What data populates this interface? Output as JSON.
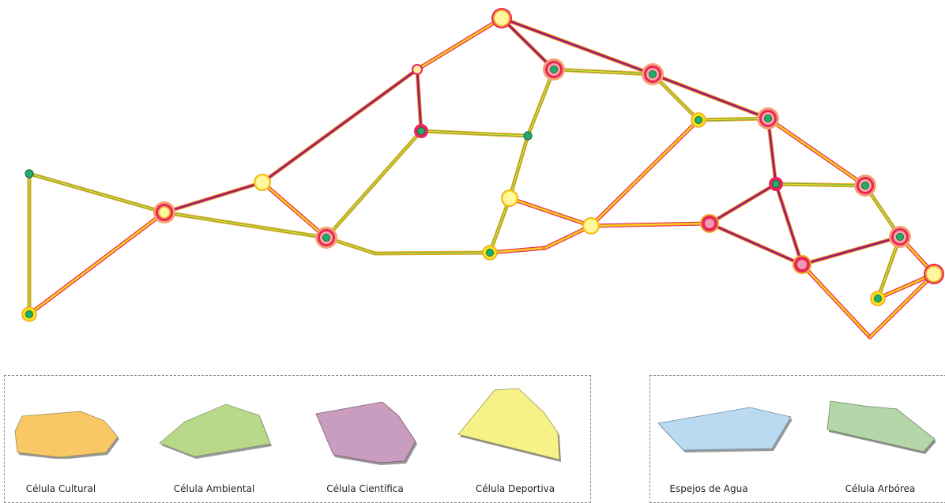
{
  "network": {
    "colors": {
      "cultural": "#f5a623",
      "ambiental": "#6aa84f",
      "cientifica": "#a21f6f",
      "deportiva": "#f5e11a",
      "halo_pink": "#e8245c",
      "node_yellow": "#fff7a0",
      "node_green": "#1fae6b"
    }
  },
  "legend_left": {
    "items": [
      {
        "label": "Célula Cultural",
        "fill": "#f8c865"
      },
      {
        "label": "Célula Ambiental",
        "fill": "#b9d98a"
      },
      {
        "label": "Célula Científica",
        "fill": "#c99dbf"
      },
      {
        "label": "Célula Deportiva",
        "fill": "#f6f288"
      }
    ]
  },
  "legend_right": {
    "items": [
      {
        "label": "Espejos de Agua",
        "fill": "#b9daf0"
      },
      {
        "label": "Célula Arbórea",
        "fill": "#b5d6a8"
      }
    ]
  }
}
